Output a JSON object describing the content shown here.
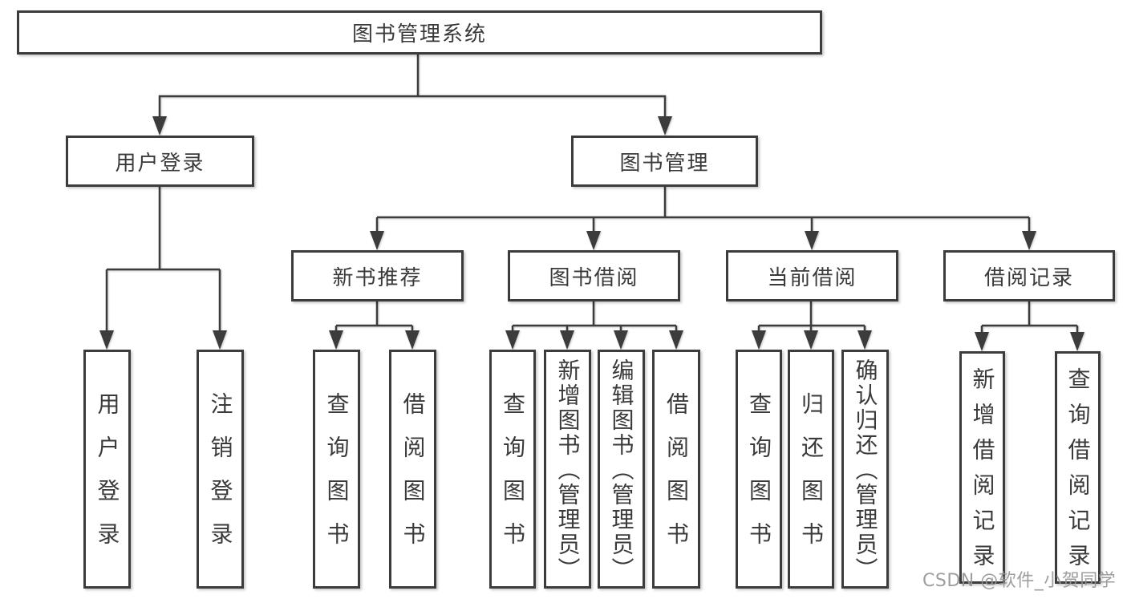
{
  "diagram": {
    "root": {
      "label": "图书管理系统"
    },
    "level2": [
      {
        "id": "user-login",
        "label": "用户登录"
      },
      {
        "id": "book-management",
        "label": "图书管理"
      }
    ],
    "level3": [
      {
        "id": "new-book-recommendation",
        "parent": "图书管理",
        "label": "新书推荐"
      },
      {
        "id": "book-borrowing",
        "parent": "图书管理",
        "label": "图书借阅"
      },
      {
        "id": "current-borrowing",
        "parent": "图书管理",
        "label": "当前借阅"
      },
      {
        "id": "borrowing-records",
        "parent": "图书管理",
        "label": "借阅记录"
      }
    ],
    "leaves": [
      {
        "parent": "用户登录",
        "label": "用户登录"
      },
      {
        "parent": "用户登录",
        "label": "注销登录"
      },
      {
        "parent": "新书推荐",
        "label": "查询图书"
      },
      {
        "parent": "新书推荐",
        "label": "借阅图书"
      },
      {
        "parent": "图书借阅",
        "label": "查询图书"
      },
      {
        "parent": "图书借阅",
        "label": "新增图书（管理员）"
      },
      {
        "parent": "图书借阅",
        "label": "编辑图书（管理员）"
      },
      {
        "parent": "图书借阅",
        "label": "借阅图书"
      },
      {
        "parent": "当前借阅",
        "label": "查询图书"
      },
      {
        "parent": "当前借阅",
        "label": "归还图书"
      },
      {
        "parent": "当前借阅",
        "label": "确认归还（管理员）"
      },
      {
        "parent": "借阅记录",
        "label": "新增借阅记录"
      },
      {
        "parent": "借阅记录",
        "label": "查询借阅记录"
      }
    ]
  },
  "watermark": {
    "text": "CSDN @软件_小贺同学"
  },
  "colors": {
    "line": "#3c3c3c",
    "text": "#3a3a3a",
    "box_background": "#ffffff",
    "page_background": "#ffffff",
    "watermark": "#969696"
  }
}
